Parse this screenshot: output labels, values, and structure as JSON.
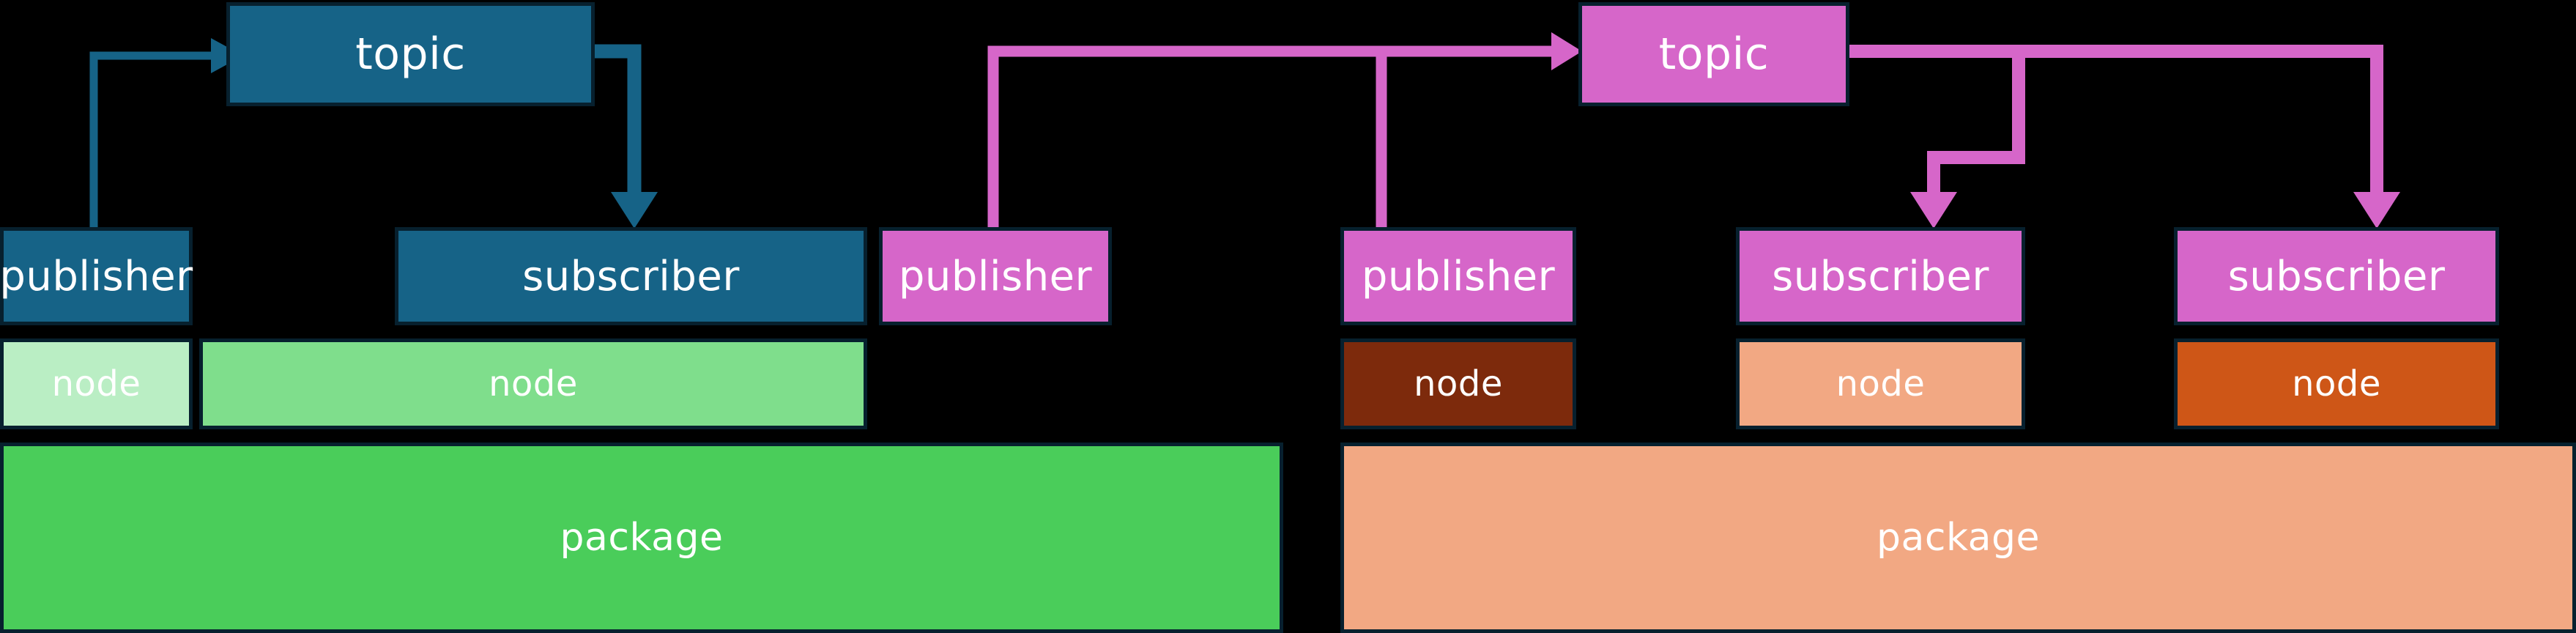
{
  "diagram": {
    "title": "ROS publisher subscriber topic package node diagram",
    "background_color": "#000000",
    "border_color": "#07202e",
    "text_color": "#ffffff",
    "colors": {
      "blue_topic": "#166387",
      "pink_topic": "#d666c9",
      "mint_node": "#baeec4",
      "green_node": "#7fde8c",
      "green_package": "#4acd5a",
      "brown_node": "#7d2a0c",
      "salmon_node": "#f2a883",
      "orange_node": "#ce5617",
      "salmon_package": "#f2a883",
      "blue_arrow": "#166387",
      "pink_arrow": "#d666c9"
    },
    "topics": [
      {
        "id": "topic-blue",
        "label": "topic",
        "color": "#166387"
      },
      {
        "id": "topic-pink",
        "label": "topic",
        "color": "#d666c9"
      }
    ],
    "endpoints": [
      {
        "id": "publisher-1",
        "label": "publisher",
        "role": "publisher",
        "color": "#166387"
      },
      {
        "id": "subscriber-1",
        "label": "subscriber",
        "role": "subscriber",
        "color": "#166387"
      },
      {
        "id": "publisher-2",
        "label": "publisher",
        "role": "publisher",
        "color": "#d666c9"
      },
      {
        "id": "publisher-3",
        "label": "publisher",
        "role": "publisher",
        "color": "#d666c9"
      },
      {
        "id": "subscriber-2",
        "label": "subscriber",
        "role": "subscriber",
        "color": "#d666c9"
      },
      {
        "id": "subscriber-3",
        "label": "subscriber",
        "role": "subscriber",
        "color": "#d666c9"
      }
    ],
    "nodes": [
      {
        "id": "node-1",
        "label": "node",
        "color": "#baeec4"
      },
      {
        "id": "node-2",
        "label": "node",
        "color": "#7fde8c"
      },
      {
        "id": "node-3",
        "label": "node",
        "color": "#7d2a0c"
      },
      {
        "id": "node-4",
        "label": "node",
        "color": "#f2a883"
      },
      {
        "id": "node-5",
        "label": "node",
        "color": "#ce5617"
      }
    ],
    "packages": [
      {
        "id": "package-1",
        "label": "package",
        "color": "#4acd5a"
      },
      {
        "id": "package-2",
        "label": "package",
        "color": "#f2a883"
      }
    ],
    "connections": [
      {
        "from": "publisher-1",
        "to": "topic-blue",
        "color": "#166387"
      },
      {
        "from": "topic-blue",
        "to": "subscriber-1",
        "color": "#166387"
      },
      {
        "from": "publisher-2",
        "to": "topic-pink",
        "color": "#d666c9"
      },
      {
        "from": "publisher-3",
        "to": "topic-pink",
        "color": "#d666c9"
      },
      {
        "from": "topic-pink",
        "to": "subscriber-2",
        "color": "#d666c9"
      },
      {
        "from": "topic-pink",
        "to": "subscriber-3",
        "color": "#d666c9"
      }
    ]
  }
}
